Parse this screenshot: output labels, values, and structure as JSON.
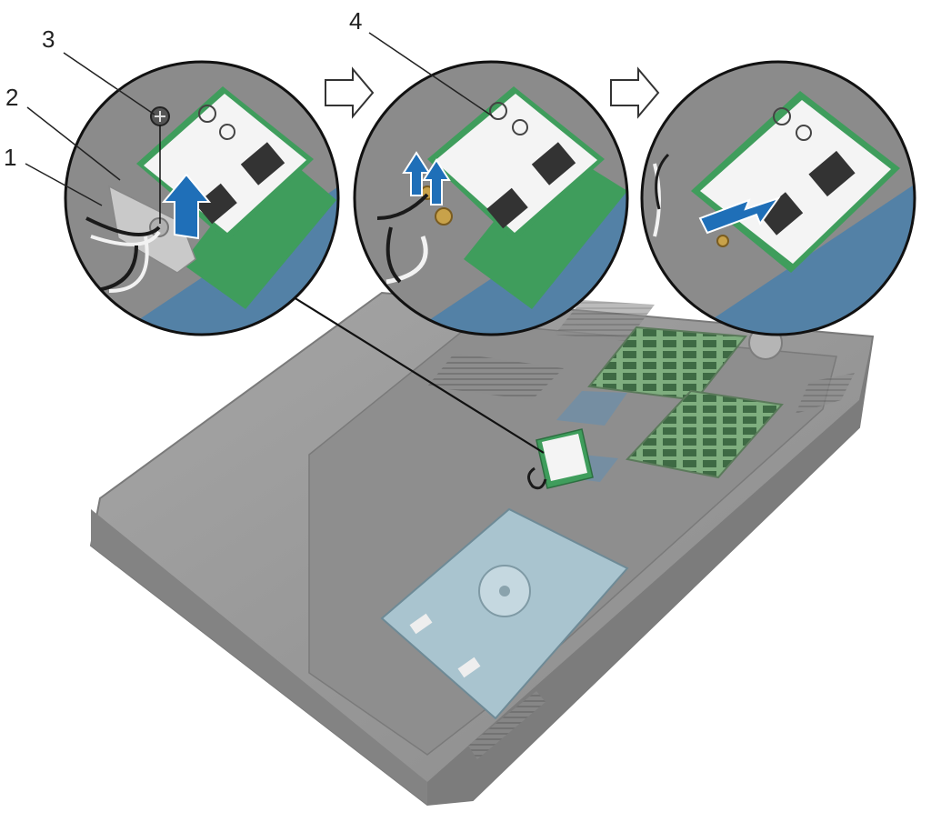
{
  "figure": {
    "title": "",
    "callouts": [
      {
        "id": "1",
        "label": "1"
      },
      {
        "id": "2",
        "label": "2"
      },
      {
        "id": "3",
        "label": "3"
      },
      {
        "id": "4",
        "label": "4"
      }
    ],
    "step_arrow_icon": "outline-right-arrow-icon",
    "colors": {
      "chassis": "#9a9a9a",
      "chassis_dark": "#6f6f6f",
      "board_green": "#3f9d5c",
      "board_blue": "#4d7fa8",
      "card_white": "#f4f4f4",
      "action_arrow": "#1f6fb8",
      "bracket_metal": "#c9c9c9",
      "cable_black": "#1a1a1a",
      "cable_white": "#f2f2f2",
      "hdd_blue": "#a9c4cf"
    }
  }
}
